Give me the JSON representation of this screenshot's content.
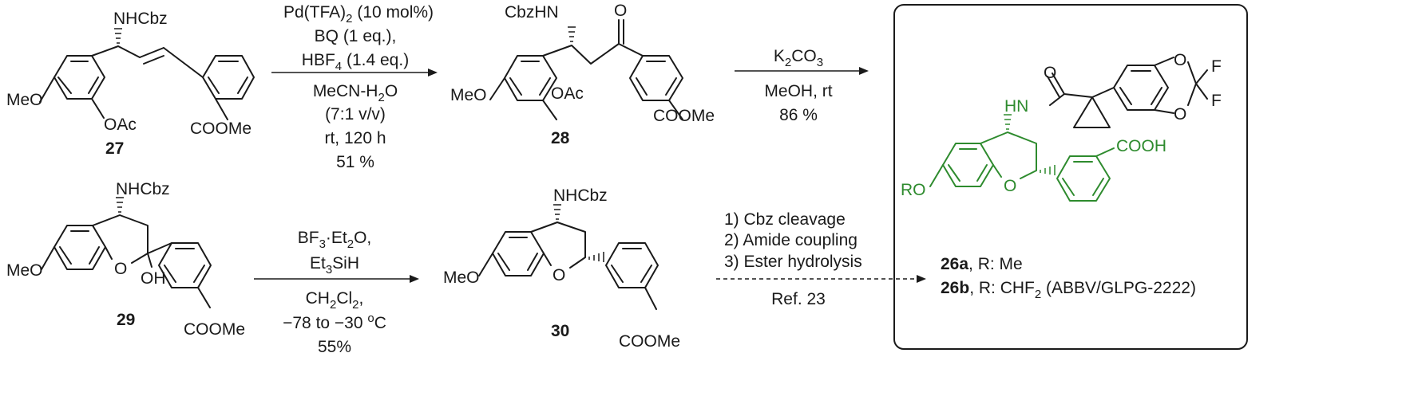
{
  "compounds": {
    "c27": {
      "number": "27",
      "nh": "NHCbz",
      "meo": "MeO",
      "oac": "OAc",
      "ester": "COOMe"
    },
    "c28": {
      "number": "28",
      "nh": "CbzHN",
      "carbonyl_o": "O",
      "meo": "MeO",
      "oac": "OAc",
      "ester": "COOMe"
    },
    "c29": {
      "number": "29",
      "nh": "NHCbz",
      "meo": "MeO",
      "ring_o": "O",
      "oh": "OH",
      "ester": "COOMe"
    },
    "c30": {
      "number": "30",
      "nh": "NHCbz",
      "meo": "MeO",
      "ring_o": "O",
      "ester": "COOMe"
    },
    "c26": {
      "ro": "RO",
      "ring_o": "O",
      "hn": "HN",
      "amide_o": "O",
      "dioxole_o1": "O",
      "dioxole_o2": "O",
      "f1": "F",
      "f2": "F",
      "acid": "COOH"
    }
  },
  "step1": {
    "above": [
      "Pd(TFA)",
      "2",
      " (10 mol%)",
      "BQ (1 eq.),",
      "HBF",
      "4",
      " (1.4 eq.)"
    ],
    "below": [
      "MeCN-H",
      "2",
      "O",
      "(7:1 v/v)",
      "rt, 120 h",
      "51 %"
    ]
  },
  "step2": {
    "above": [
      "K",
      "2",
      "CO",
      "3"
    ],
    "below": [
      "MeOH, rt",
      "86 %"
    ]
  },
  "step3": {
    "above": [
      "BF",
      "3",
      "·Et",
      "2",
      "O,",
      "Et",
      "3",
      "SiH"
    ],
    "below": [
      "CH",
      "2",
      "Cl",
      "2",
      ",",
      "−78 to −30 ",
      "o",
      "C",
      "55%"
    ]
  },
  "step4": {
    "above": [
      "1) Cbz cleavage",
      "2) Amide coupling",
      "3) Ester hydrolysis"
    ],
    "below": [
      "Ref. 23"
    ]
  },
  "products": {
    "a": {
      "id": "26a",
      "rest": ", R: Me"
    },
    "b": {
      "id": "26b",
      "rest": ", R: CHF",
      "sub": "2",
      "tail": " (ABBV/GLPG-2222)"
    }
  }
}
